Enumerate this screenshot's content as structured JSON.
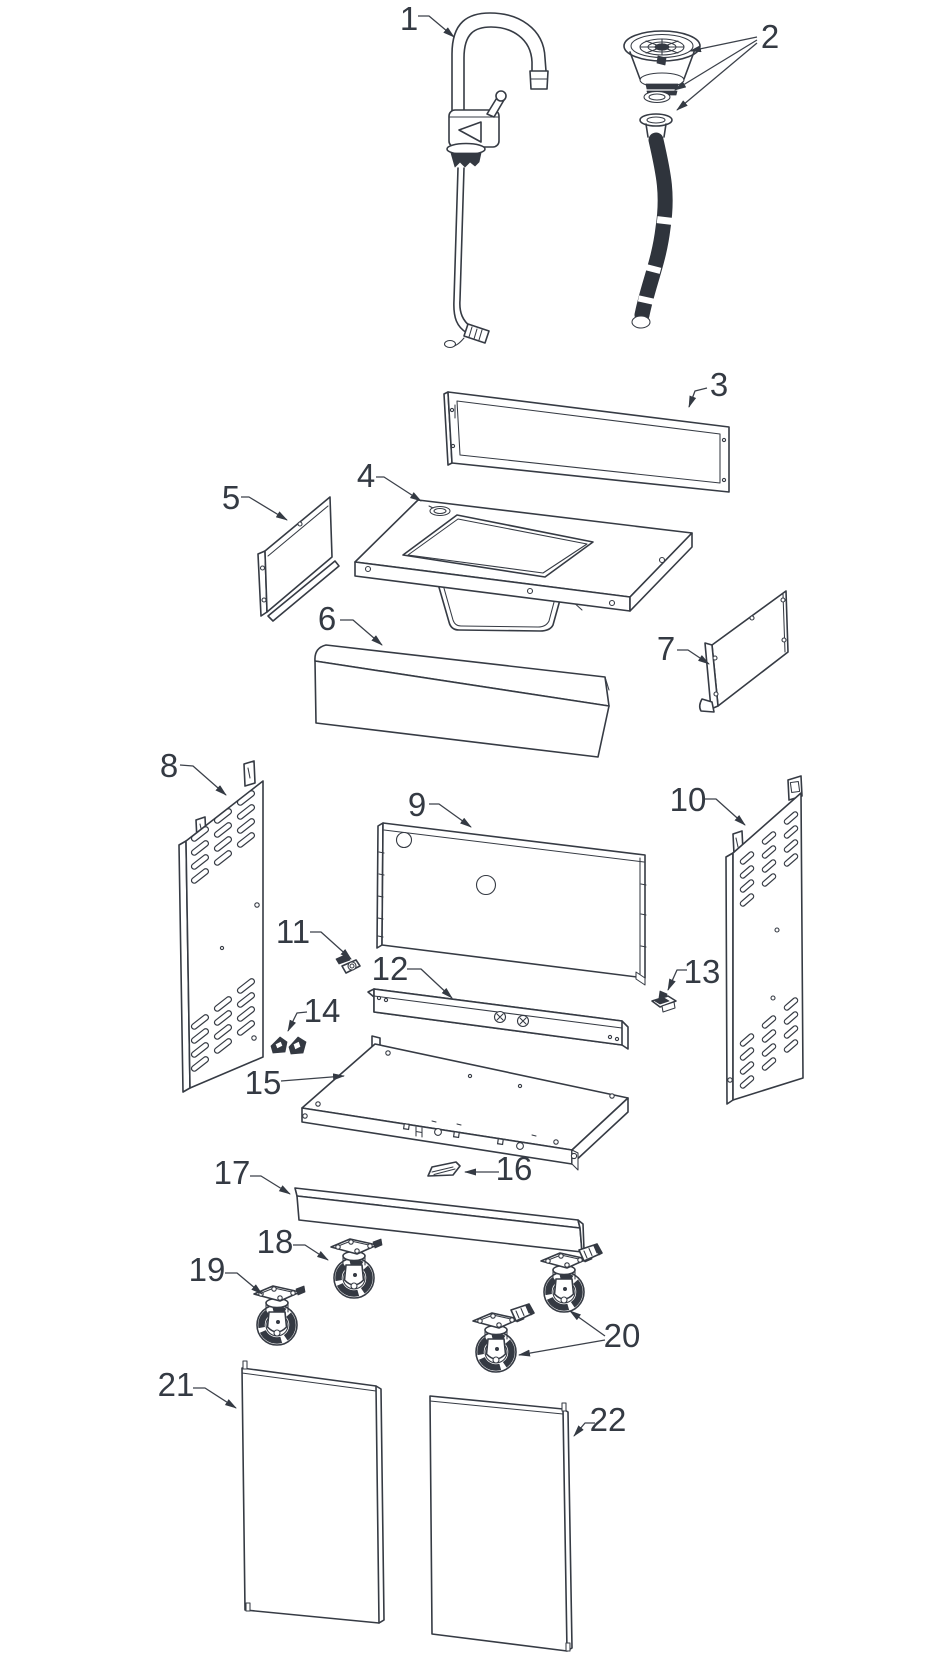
{
  "diagram": {
    "kind": "exploded-parts-diagram",
    "subject": "outdoor sink cart assembly",
    "background_color": "#ffffff",
    "line_color": "#363b44",
    "label_color": "#343a43",
    "part_count": 22
  },
  "parts": [
    {
      "num": "1",
      "name": "faucet"
    },
    {
      "num": "2",
      "name": "drain-strainer-gasket-and-hose"
    },
    {
      "num": "3",
      "name": "back-guard-panel"
    },
    {
      "num": "4",
      "name": "sink-countertop"
    },
    {
      "num": "5",
      "name": "left-upper-side-panel"
    },
    {
      "num": "6",
      "name": "front-upper-panel"
    },
    {
      "num": "7",
      "name": "right-upper-side-panel"
    },
    {
      "num": "8",
      "name": "left-side-panel"
    },
    {
      "num": "9",
      "name": "rear-panel"
    },
    {
      "num": "10",
      "name": "right-side-panel"
    },
    {
      "num": "11",
      "name": "left-bracket"
    },
    {
      "num": "12",
      "name": "rear-cross-rail"
    },
    {
      "num": "13",
      "name": "right-bracket"
    },
    {
      "num": "14",
      "name": "door-hinge-set"
    },
    {
      "num": "15",
      "name": "bottom-shelf"
    },
    {
      "num": "16",
      "name": "flat-bracket"
    },
    {
      "num": "17",
      "name": "front-bottom-rail"
    },
    {
      "num": "18",
      "name": "swivel-caster"
    },
    {
      "num": "19",
      "name": "swivel-caster"
    },
    {
      "num": "20",
      "name": "locking-casters"
    },
    {
      "num": "21",
      "name": "left-door"
    },
    {
      "num": "22",
      "name": "right-door"
    }
  ]
}
